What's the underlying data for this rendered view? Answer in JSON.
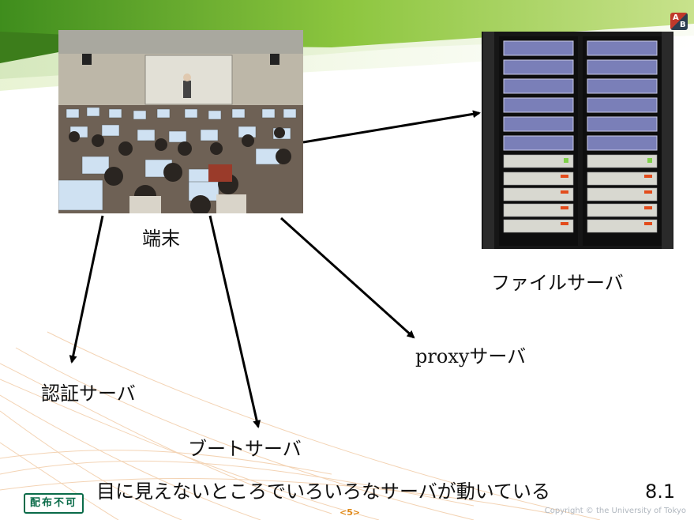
{
  "labels": {
    "terminal": "端末",
    "file_server": "ファイルサーバ",
    "proxy_prefix": "proxy",
    "proxy_suffix": "サーバ",
    "auth_server": "認証サーバ",
    "boot_server": "ブートサーバ"
  },
  "footer": {
    "caption": "目に見えないところでいろいろなサーバが動いている",
    "version": "8.1",
    "badge": "配布不可",
    "page": "<5>",
    "copyright": "Copyright © the University of Tokyo"
  },
  "logo": {
    "top": "A",
    "bottom": "B"
  },
  "colors": {
    "accent_green": "#7cc31f",
    "badge_green": "#0a6b49",
    "page_orange": "#e08a1a"
  }
}
